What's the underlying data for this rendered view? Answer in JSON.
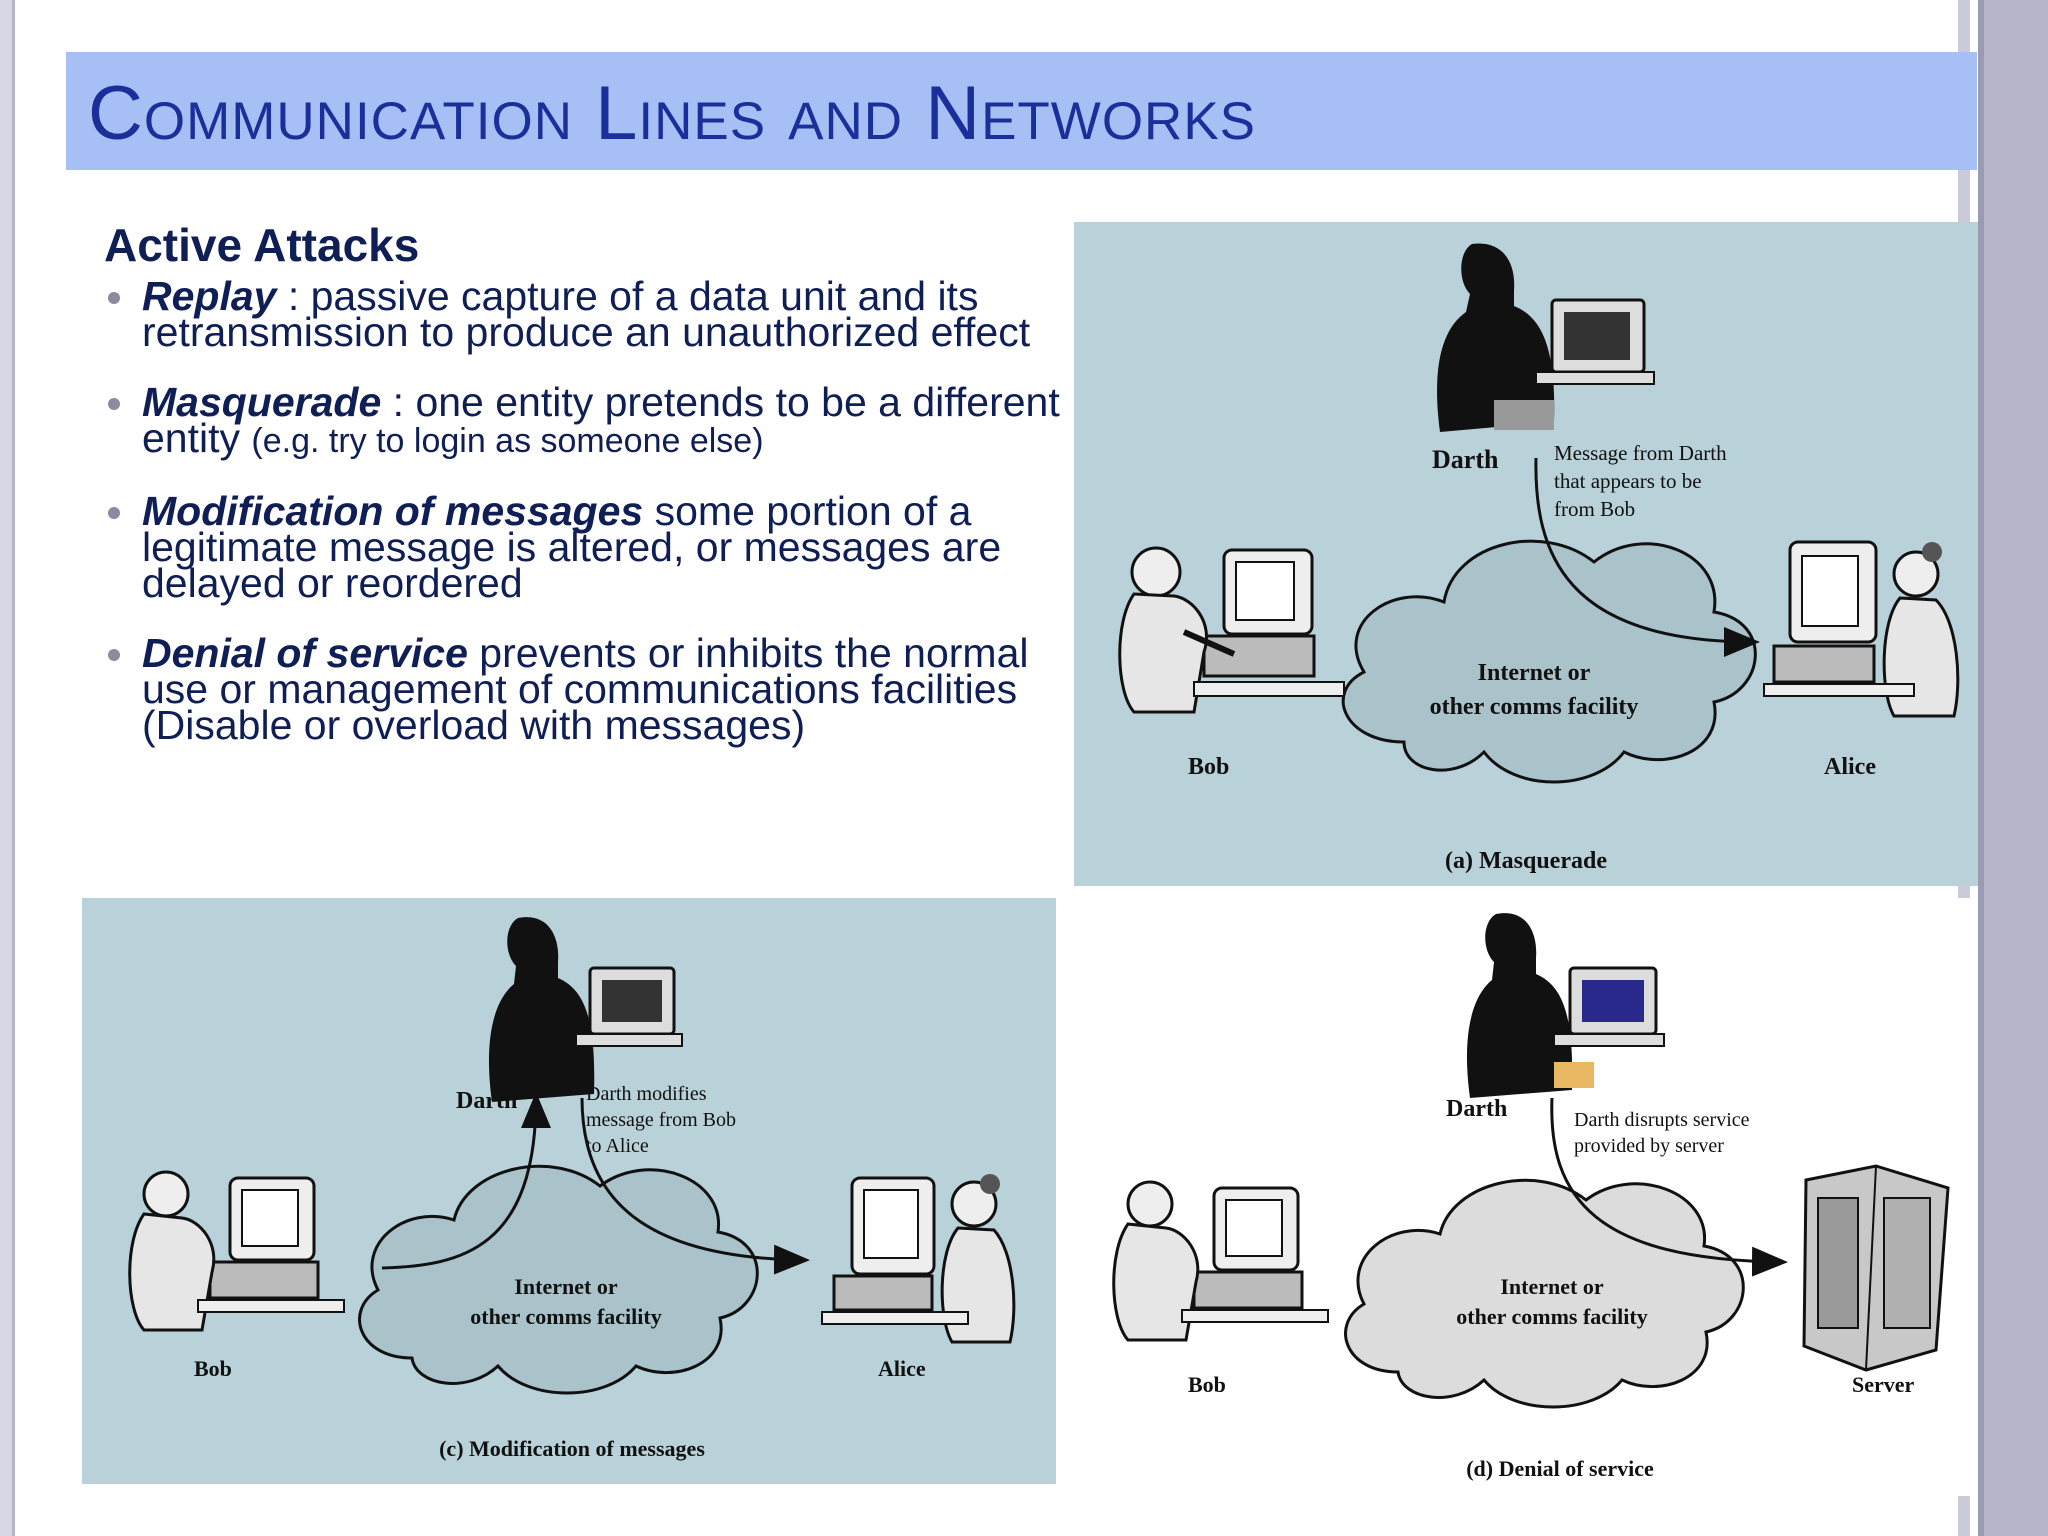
{
  "slide": {
    "title": "Communication Lines and Networks",
    "heading": "Active Attacks",
    "bullets": [
      {
        "term": "Replay",
        "text": " : passive capture of a data unit and its retransmission to produce an unauthorized effect",
        "small": ""
      },
      {
        "term": "Masquerade",
        "text": " : one entity pretends to be a different entity ",
        "small": "(e.g. try to login as someone else)"
      },
      {
        "term": "Modification of messages",
        "text": " some portion of a legitimate message is altered, or messages are delayed or reordered",
        "small": ""
      },
      {
        "term": "Denial of service",
        "text": " prevents or inhibits the normal use or management of communications facilities (Disable or overload with messages)",
        "small": ""
      }
    ]
  },
  "figures": {
    "masquerade": {
      "darth": "Darth",
      "note": [
        "Message from Darth",
        "that appears to be",
        "from Bob"
      ],
      "cloud": [
        "Internet or",
        "other comms facility"
      ],
      "bob": "Bob",
      "alice": "Alice",
      "caption": "(a) Masquerade"
    },
    "modification": {
      "darth": "Darth",
      "note": [
        "Darth modifies",
        "message from Bob",
        "to Alice"
      ],
      "cloud": [
        "Internet or",
        "other comms facility"
      ],
      "bob": "Bob",
      "alice": "Alice",
      "caption": "(c) Modification of messages"
    },
    "denial": {
      "darth": "Darth",
      "note": [
        "Darth disrupts service",
        "provided by server"
      ],
      "cloud": [
        "Internet or",
        "other comms facility"
      ],
      "bob": "Bob",
      "server": "Server",
      "caption": "(d) Denial of service"
    }
  },
  "colors": {
    "title_band": "#a6c0f6",
    "title_text": "#1a2f9a",
    "body_text": "#0f1f55",
    "figure_bg": "#b9d1d8",
    "cloud_fill": "#aac3cb"
  }
}
